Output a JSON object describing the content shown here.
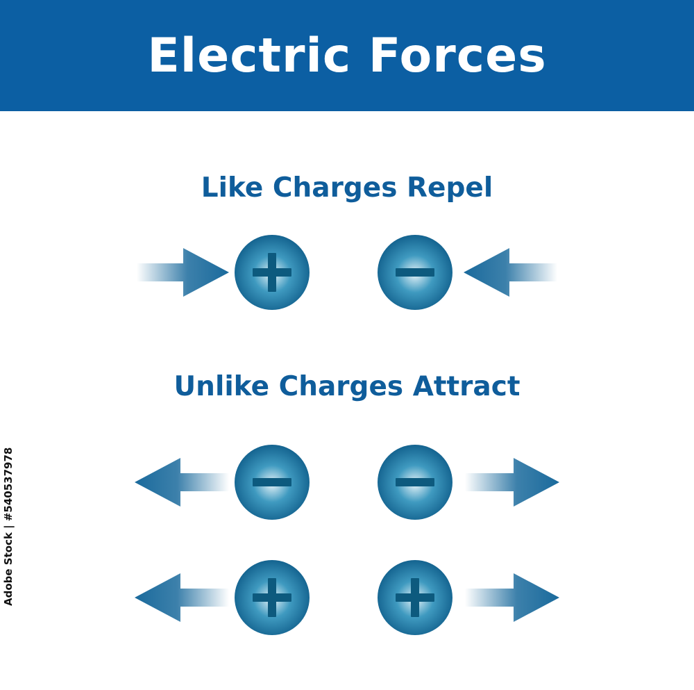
{
  "header": {
    "title": "Electric Forces",
    "background": "#0c5fa3"
  },
  "sections": [
    {
      "heading": "Like Charges Repel",
      "rows": [
        {
          "left_charge": "positive",
          "left_arrow": "right",
          "right_charge": "negative",
          "right_arrow": "left"
        }
      ]
    },
    {
      "heading": "Unlike Charges Attract",
      "rows": [
        {
          "left_charge": "negative",
          "left_arrow": "left",
          "right_charge": "negative",
          "right_arrow": "right"
        },
        {
          "left_charge": "positive",
          "left_arrow": "left",
          "right_charge": "positive",
          "right_arrow": "right"
        }
      ]
    }
  ],
  "colors": {
    "charge_light": "#e6f3f8",
    "charge_mid": "#3f9ac0",
    "charge_dark": "#0f5d8a",
    "symbol": "#0d5a7e",
    "arrow": "#1a6a9c",
    "text": "#0f5d9b"
  },
  "icons": {
    "positive": "plus-icon",
    "negative": "minus-icon",
    "arrow": "arrow-icon"
  },
  "footer": {
    "stock_id": "Adobe Stock | #540537978"
  }
}
